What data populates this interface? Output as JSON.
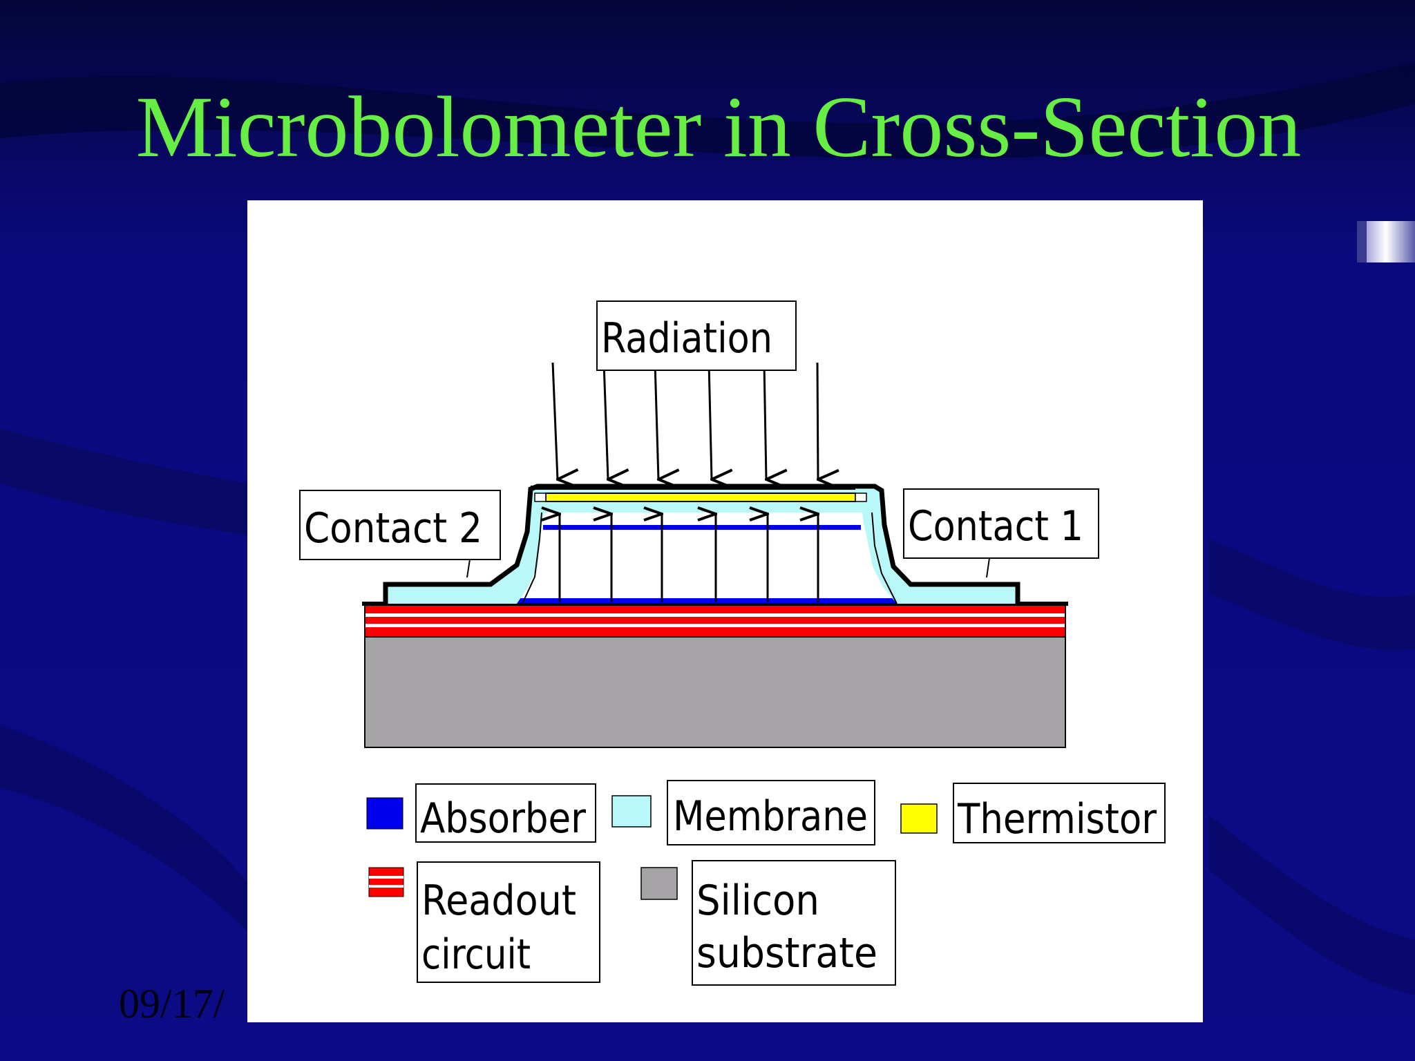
{
  "slide": {
    "title": "Microbolometer in Cross-Section",
    "date": "09/17/"
  },
  "diagram": {
    "labels": {
      "radiation": "Radiation",
      "contact_2": "Contact 2",
      "contact_1": "Contact 1"
    },
    "legend": [
      {
        "name": "absorber",
        "label_lines": [
          "Absorber"
        ],
        "color": "#0000ee"
      },
      {
        "name": "membrane",
        "label_lines": [
          "Membrane"
        ],
        "color": "#b8f8f8"
      },
      {
        "name": "thermistor",
        "label_lines": [
          "Thermistor"
        ],
        "color": "#ffff00"
      },
      {
        "name": "readout-circuit",
        "label_lines": [
          "Readout",
          "circuit"
        ],
        "color": "#ff0000"
      },
      {
        "name": "silicon-substrate",
        "label_lines": [
          "Silicon",
          "substrate"
        ],
        "color": "#a6a4a6"
      }
    ]
  },
  "colors": {
    "background": "#0a0a7a",
    "title": "#66ee44",
    "figure_background": "#ffffff"
  }
}
